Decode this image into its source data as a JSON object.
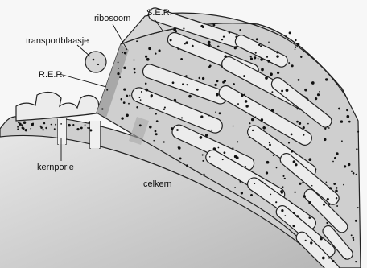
{
  "labels": {
    "ribosoom": "ribosoom",
    "ser": "S.E.R.",
    "transportblaasje": "transportblaasje",
    "rer": "R.E.R.",
    "kernporie": "kernporie",
    "celkern": "celkern"
  },
  "colors": {
    "background": "#f7f7f7",
    "nucleus": "#c9c9c9",
    "cytoplasm": "#cfcfcf",
    "cisterna": "#ececec",
    "ribosome": "#111111"
  }
}
